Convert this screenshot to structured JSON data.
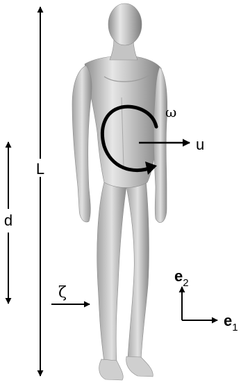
{
  "labels": {
    "height": "L",
    "depth": "d",
    "velocity": "u",
    "rotation": "ω",
    "friction": "ζ",
    "basis_x": "e",
    "basis_x_sub": "1",
    "basis_y": "e",
    "basis_y_sub": "2"
  }
}
